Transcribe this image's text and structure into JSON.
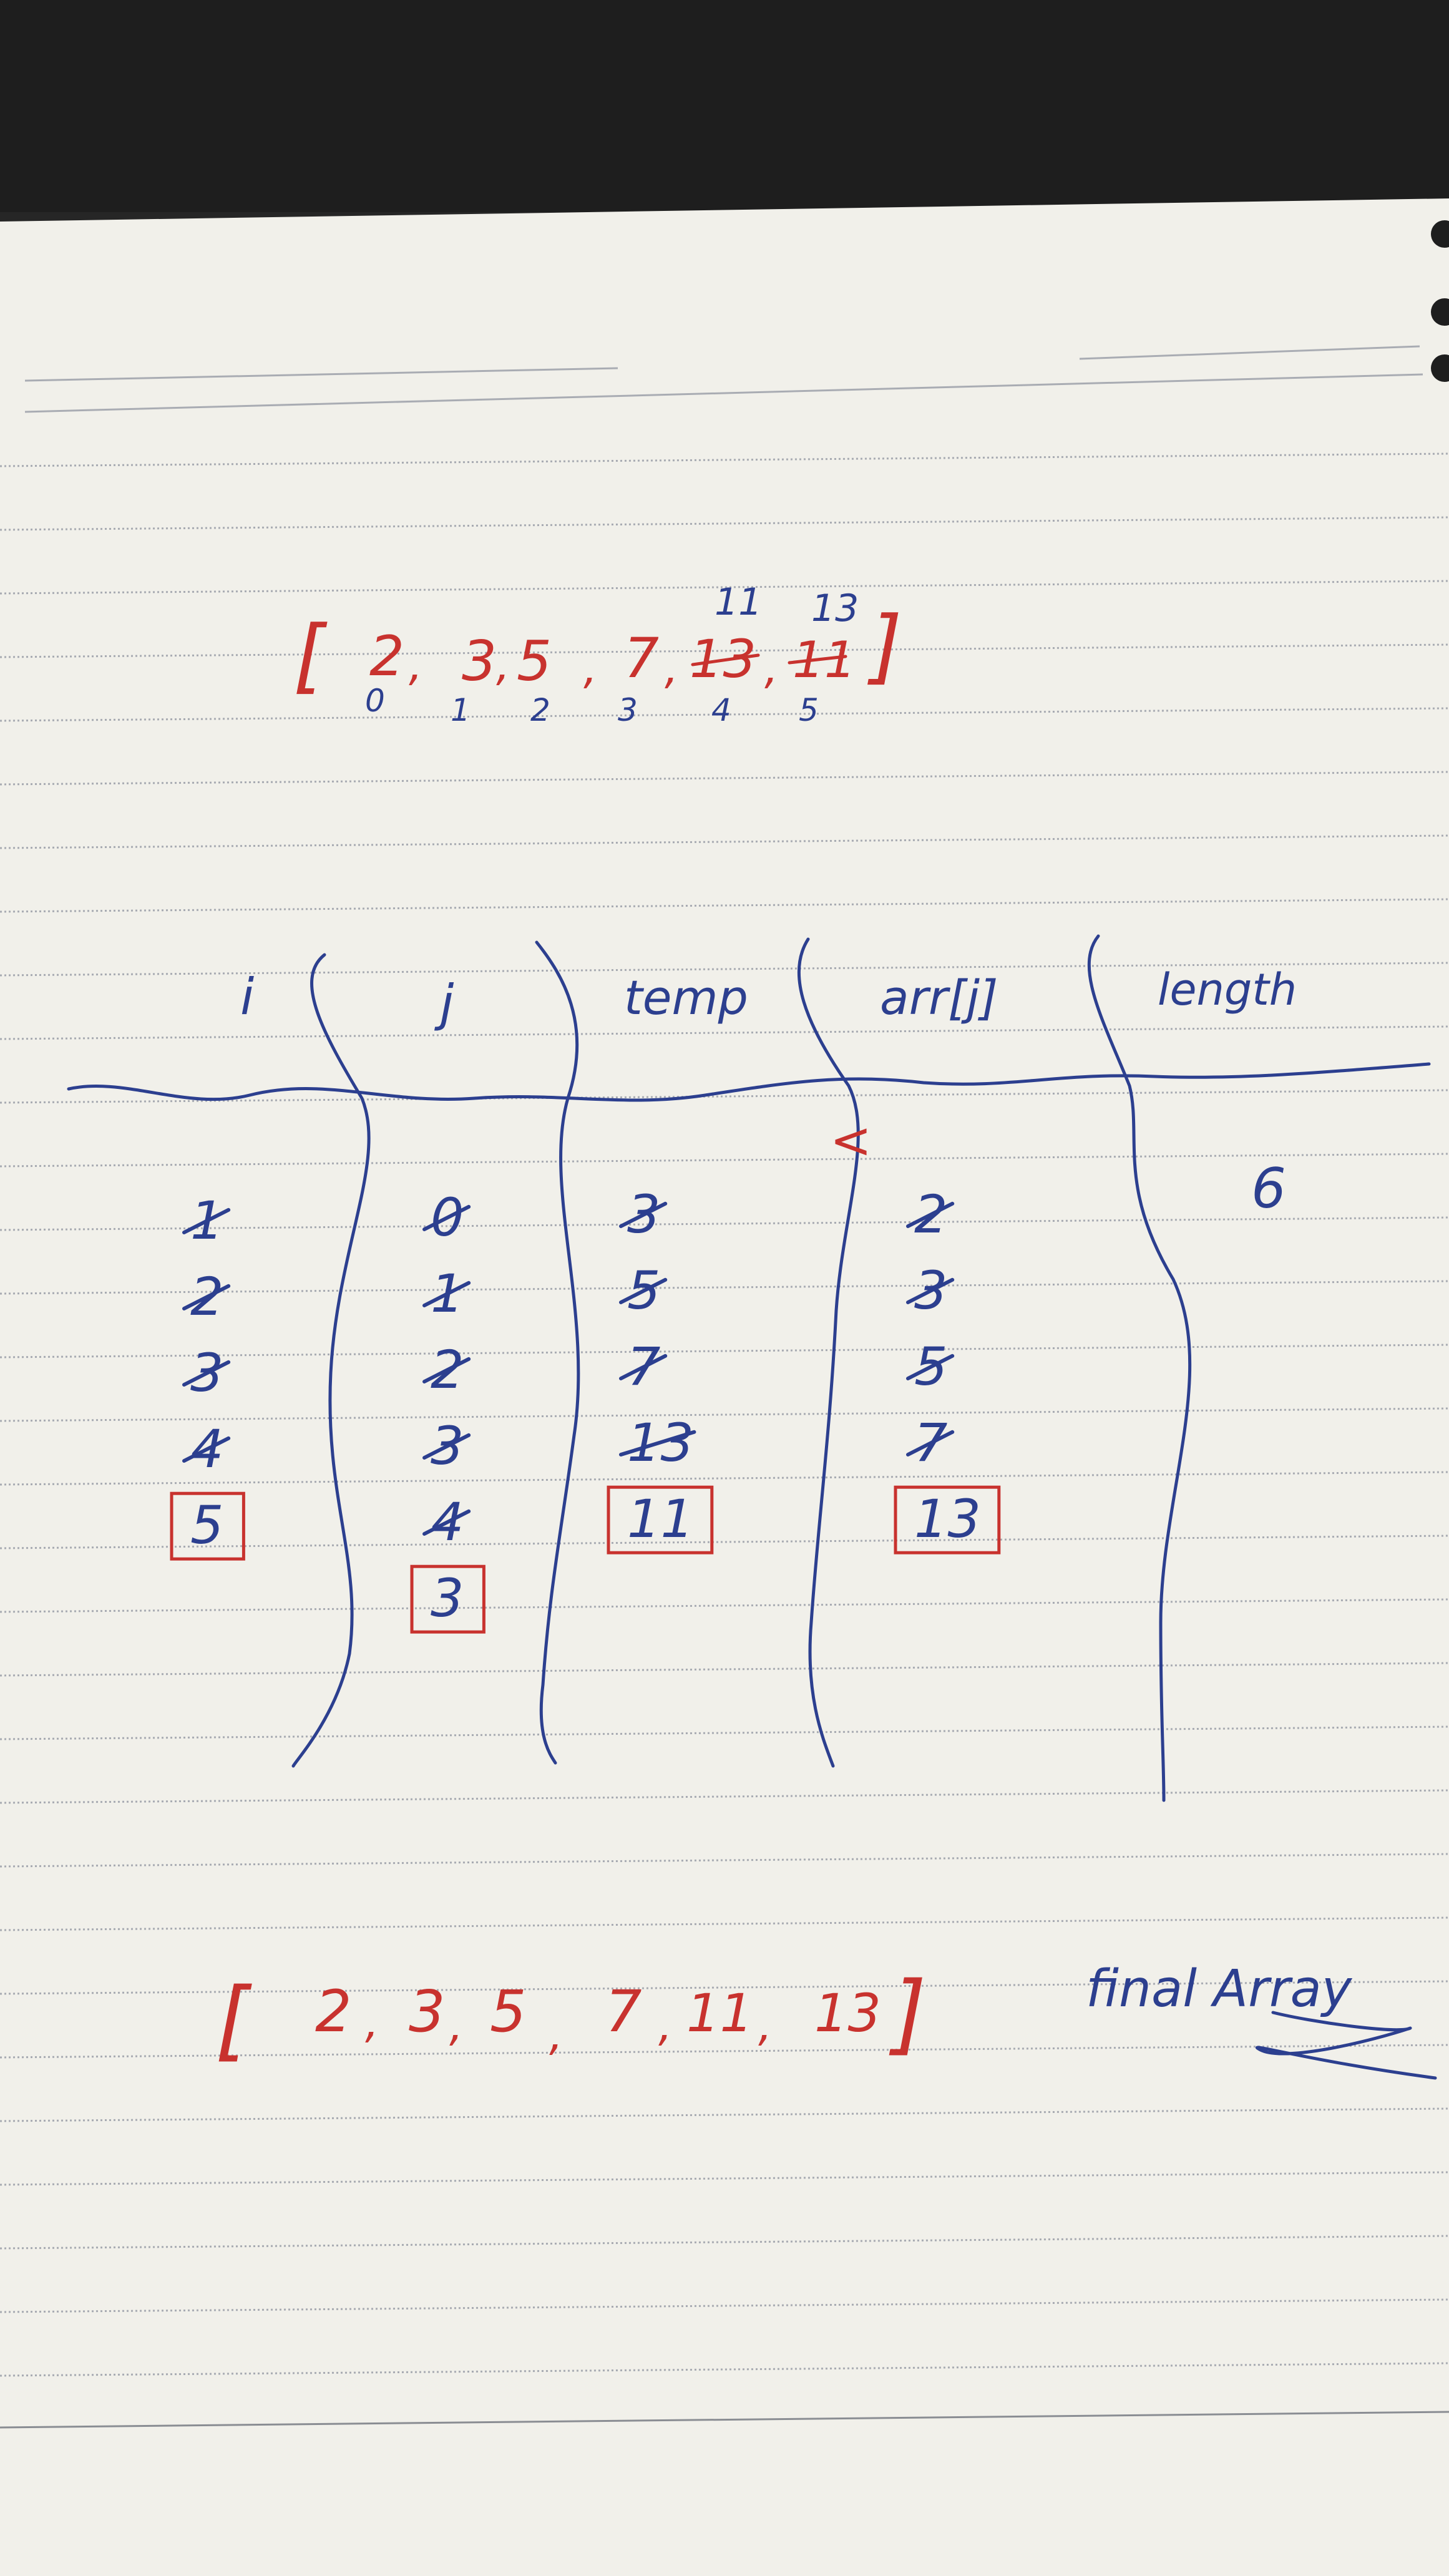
{
  "top_array": {
    "values": [
      "2",
      "3",
      "5",
      "7",
      "13",
      "11"
    ],
    "indices": [
      "0",
      "1",
      "2",
      "3",
      "4",
      "5"
    ],
    "swap_above": [
      "11",
      "13"
    ]
  },
  "table": {
    "headers": {
      "i": "i",
      "j": "j",
      "temp": "temp",
      "arr_j": "arr[j]",
      "length": "length"
    },
    "columns": {
      "i": {
        "struck": [
          "1",
          "2",
          "3",
          "4"
        ],
        "final": "5"
      },
      "j": {
        "struck": [
          "0",
          "1",
          "2",
          "3",
          "4"
        ],
        "final": "3"
      },
      "temp": {
        "struck": [
          "3",
          "5",
          "7",
          "13"
        ],
        "final": "11"
      },
      "arr_j": {
        "struck": [
          "2",
          "3",
          "5",
          "7"
        ],
        "final": "13"
      },
      "length": {
        "value": "6"
      }
    },
    "compare_mark": "<"
  },
  "final_array": {
    "values": [
      "2",
      "3",
      "5",
      "7",
      "11",
      "13"
    ],
    "caption": "final Array"
  },
  "colors": {
    "paper": "#f1f0ea",
    "rule": "#b9bcc2",
    "blue_ink": "#2c3f8f",
    "red_ink": "#c8322e",
    "background": "#2b2b2b"
  }
}
